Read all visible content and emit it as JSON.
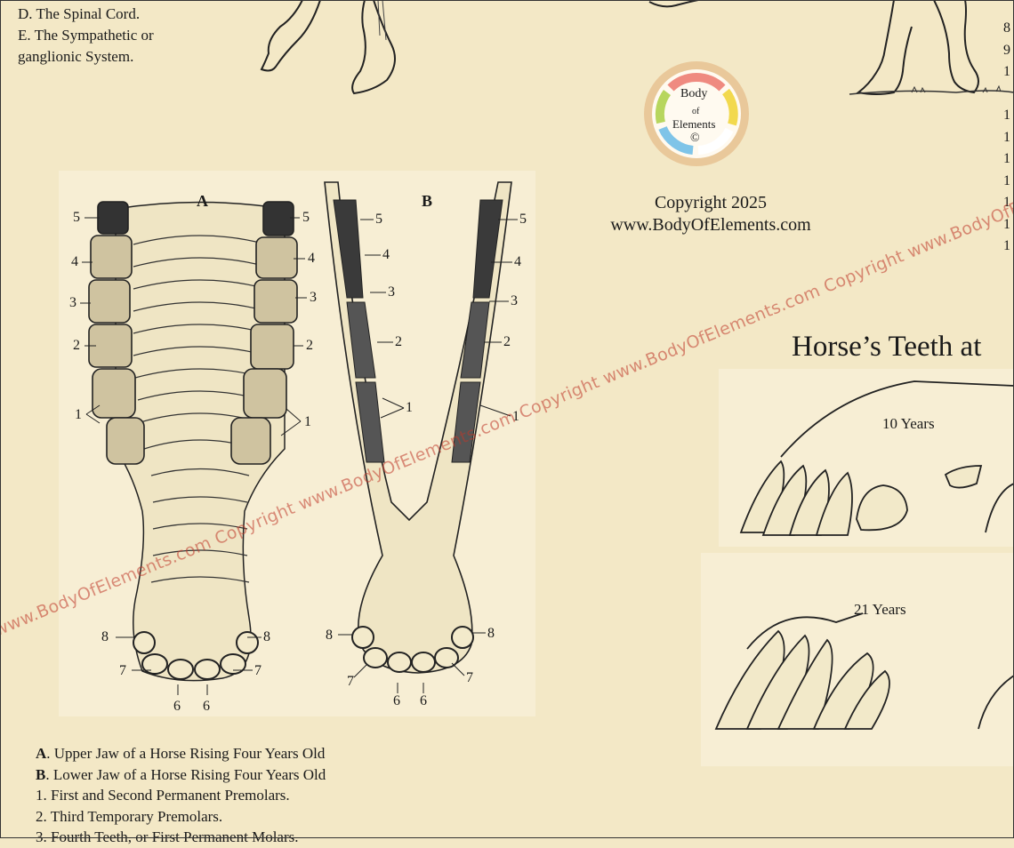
{
  "nerve_list": {
    "lines": [
      "D. The Spinal Cord.",
      "E. The Sympathetic or",
      "ganglionic System."
    ]
  },
  "logo": {
    "line1": "Body",
    "line2": "of",
    "line3": "Elements",
    "symbol": "©",
    "colors": [
      "#ef8a80",
      "#f2d94e",
      "#b7d65e",
      "#7fc4e8",
      "#ffffff",
      "#e9c89a"
    ]
  },
  "copyright": {
    "year_line": "Copyright 2025",
    "url": "www.BodyOfElements.com"
  },
  "heading": "Horse’s Teeth at",
  "ages": [
    "10 Years",
    "21 Years"
  ],
  "figures": {
    "a_letter": "A",
    "b_letter": "B",
    "a_labels_left": [
      "5",
      "4",
      "3",
      "2",
      "1",
      "8",
      "7",
      "6"
    ],
    "a_labels_right": [
      "5",
      "4",
      "3",
      "2",
      "1",
      "8",
      "7",
      "6"
    ],
    "b_labels_left": [
      "5",
      "4",
      "3",
      "2",
      "1",
      "8",
      "7",
      "6"
    ],
    "b_labels_right": [
      "5",
      "4",
      "3",
      "2",
      "1",
      "8",
      "7",
      "6"
    ]
  },
  "right_numbers": [
    "8",
    "9",
    "1",
    "",
    "1",
    "1",
    "1",
    "1",
    "1",
    "1",
    "1"
  ],
  "captions": {
    "a_key": "A",
    "a_text": ". Upper Jaw of a Horse Rising Four Years Old",
    "b_key": "B",
    "b_text": ". Lower Jaw of a Horse Rising Four Years Old",
    "line1": "1. First and Second Permanent Premolars.",
    "line2": "2. Third Temporary Premolars.",
    "line3": "3. Fourth Teeth, or First Permanent Molars."
  },
  "watermark": "www.BodyOfElements.com Copyright www.BodyOfElements.com Copyright www.BodyOfElements.com Copyright www.BodyOfElements.com Copyright www.BodyOfElements.com"
}
